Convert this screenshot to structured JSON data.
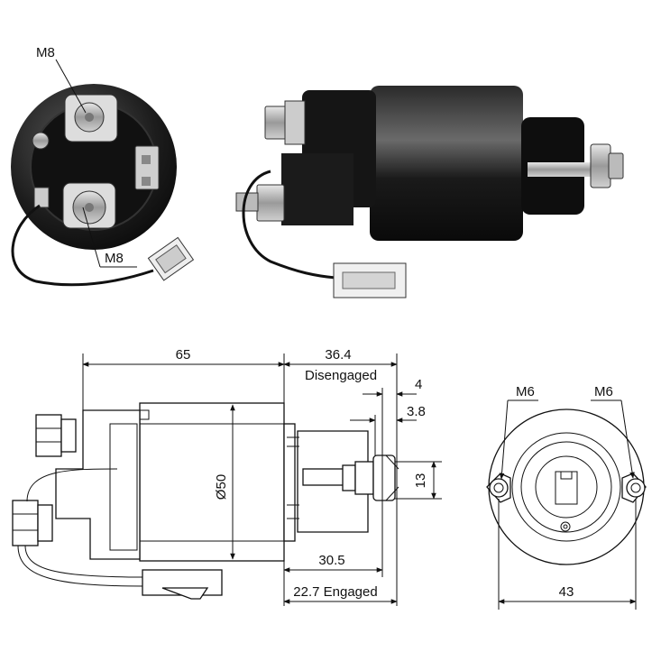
{
  "photos": {
    "end_view_labels": {
      "top_terminal": "M8",
      "bottom_terminal": "M8"
    }
  },
  "side_drawing": {
    "overall_length": "65",
    "stroke_total": "36.4",
    "disengaged": "Disengaged",
    "dim_4": "4",
    "dim_3_8": "3.8",
    "dim_13": "13",
    "diameter": "Ø50",
    "dim_30_5": "30.5",
    "engaged": "22.7 Engaged"
  },
  "end_drawing": {
    "left_hole": "M6",
    "right_hole": "M6",
    "width": "43"
  },
  "colors": {
    "line": "#111111",
    "body_black": "#1a1a1a",
    "background": "#ffffff"
  }
}
